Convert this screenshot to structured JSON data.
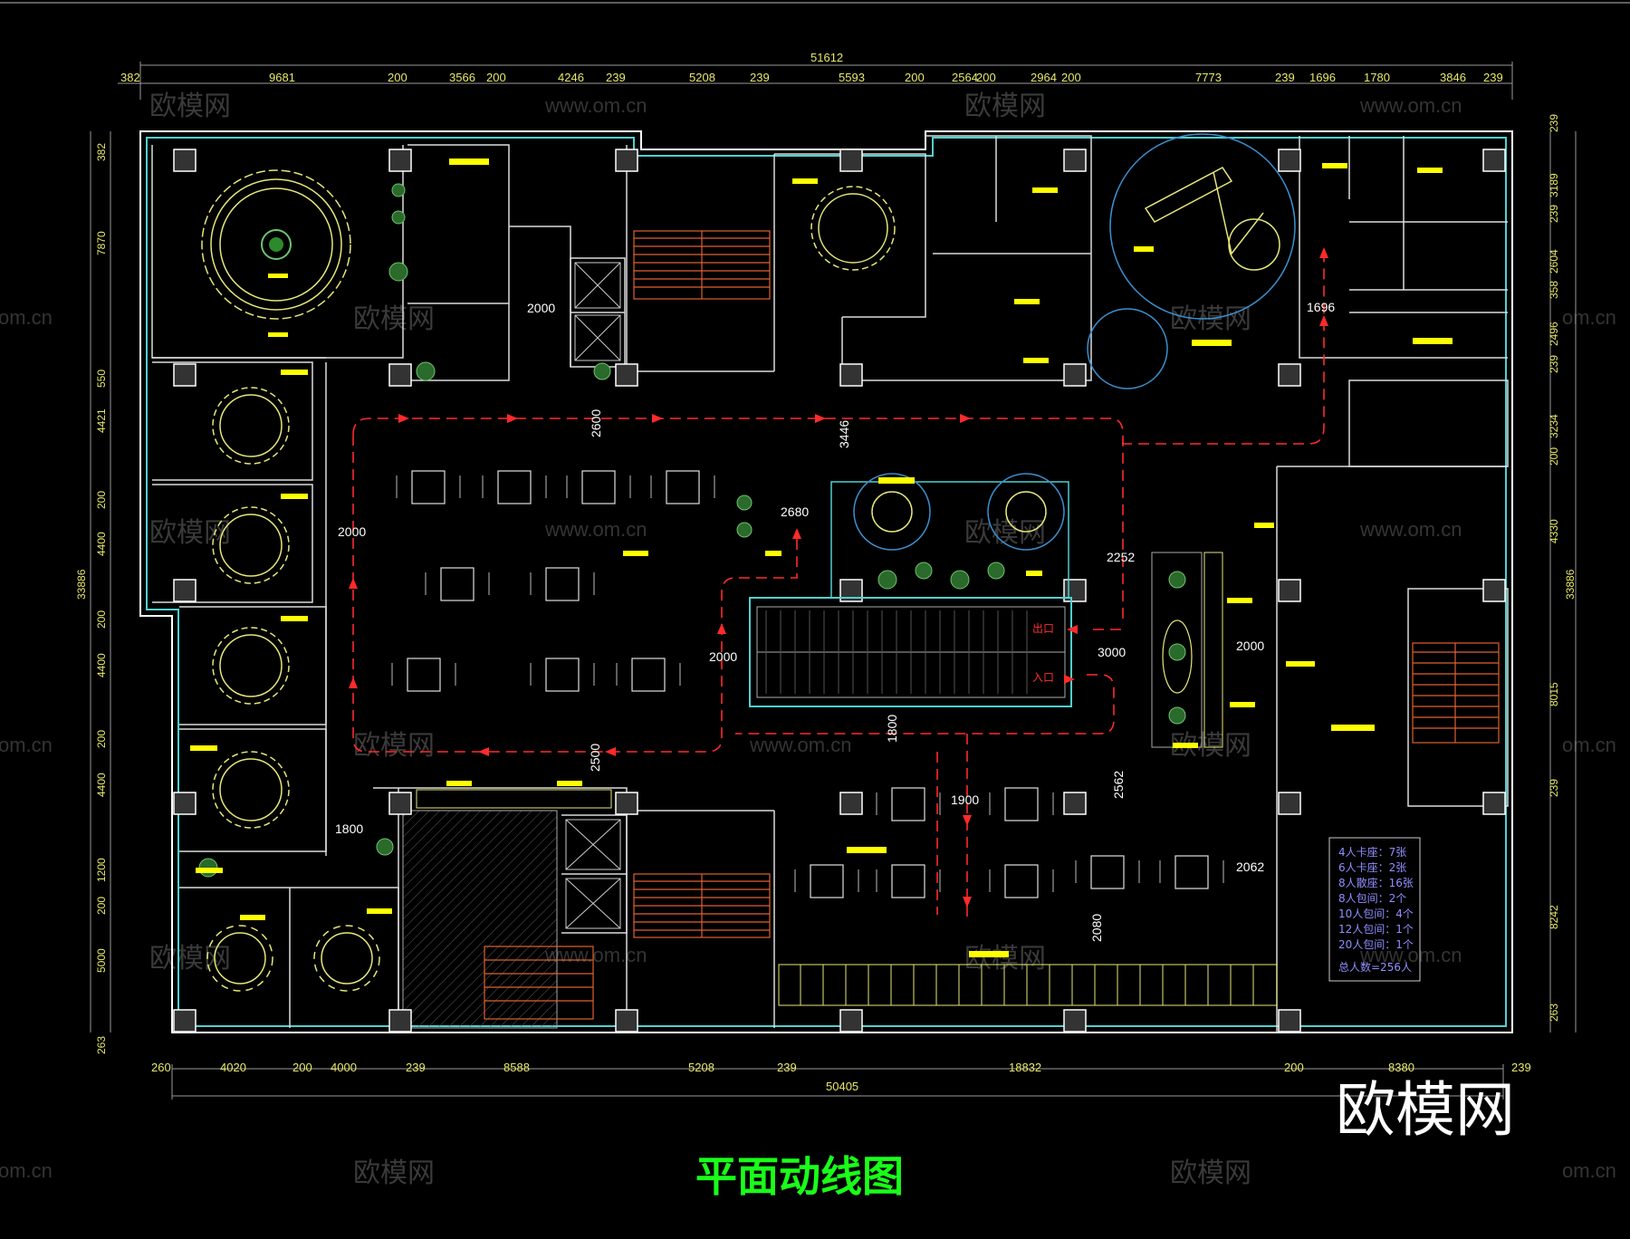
{
  "title": "平面动线图",
  "brand": "欧模网",
  "watermarks": {
    "logo": "欧模网",
    "site": "www.om.cn",
    "site_short": "om.cn"
  },
  "dimensions": {
    "overall_top": "51612",
    "overall_bottom": "50405",
    "top": [
      "382",
      "9681",
      "200",
      "3566",
      "200",
      "4246",
      "239",
      "5208",
      "239",
      "5593",
      "200",
      "2564",
      "200",
      "2964",
      "200",
      "7773",
      "239",
      "1696",
      "1780",
      "3846",
      "239"
    ],
    "bottom": [
      "260",
      "4020",
      "200",
      "4000",
      "239",
      "8588",
      "5208",
      "239",
      "18832",
      "200",
      "8380",
      "239"
    ],
    "left": [
      "382",
      "7870",
      "550",
      "4421",
      "200",
      "4400",
      "200",
      "4400",
      "200",
      "4400",
      "1200",
      "200",
      "5000",
      "263"
    ],
    "left_overall": "33886",
    "right": [
      "239",
      "3189",
      "239",
      "2604",
      "358",
      "2496",
      "239",
      "3234",
      "200",
      "4330",
      "8015",
      "239",
      "8242",
      "263"
    ],
    "right_overall": "33886"
  },
  "flow_dimensions": {
    "d1": "2000",
    "d2": "2600",
    "d3": "3446",
    "d4": "2000",
    "d5": "2680",
    "d6": "2000",
    "d7": "2252",
    "d8": "3000",
    "d9": "2000",
    "d10": "1696",
    "d11": "1800",
    "d12": "2500",
    "d13": "1800",
    "d14": "1900",
    "d15": "2562",
    "d16": "2062",
    "d17": "2080"
  },
  "signs": {
    "exit": "出口",
    "entrance": "入口"
  },
  "legend": [
    "4人卡座：7张",
    "6人卡座：2张",
    "8人散座：16张",
    "8人包间：2个",
    "10人包间：4个",
    "12人包间：1个",
    "20人包间：1个",
    "总人数=256人"
  ],
  "colors": {
    "background": "#000000",
    "wall": "#ffffff",
    "glass": "#4fd0d0",
    "furniture": "#e6e67a",
    "label": "#ffff00",
    "flow": "#ff2a2a",
    "planting": "#6fc36f",
    "title": "#19ff19",
    "legend": "#8f8fff",
    "dimension": "#e8e86a"
  }
}
